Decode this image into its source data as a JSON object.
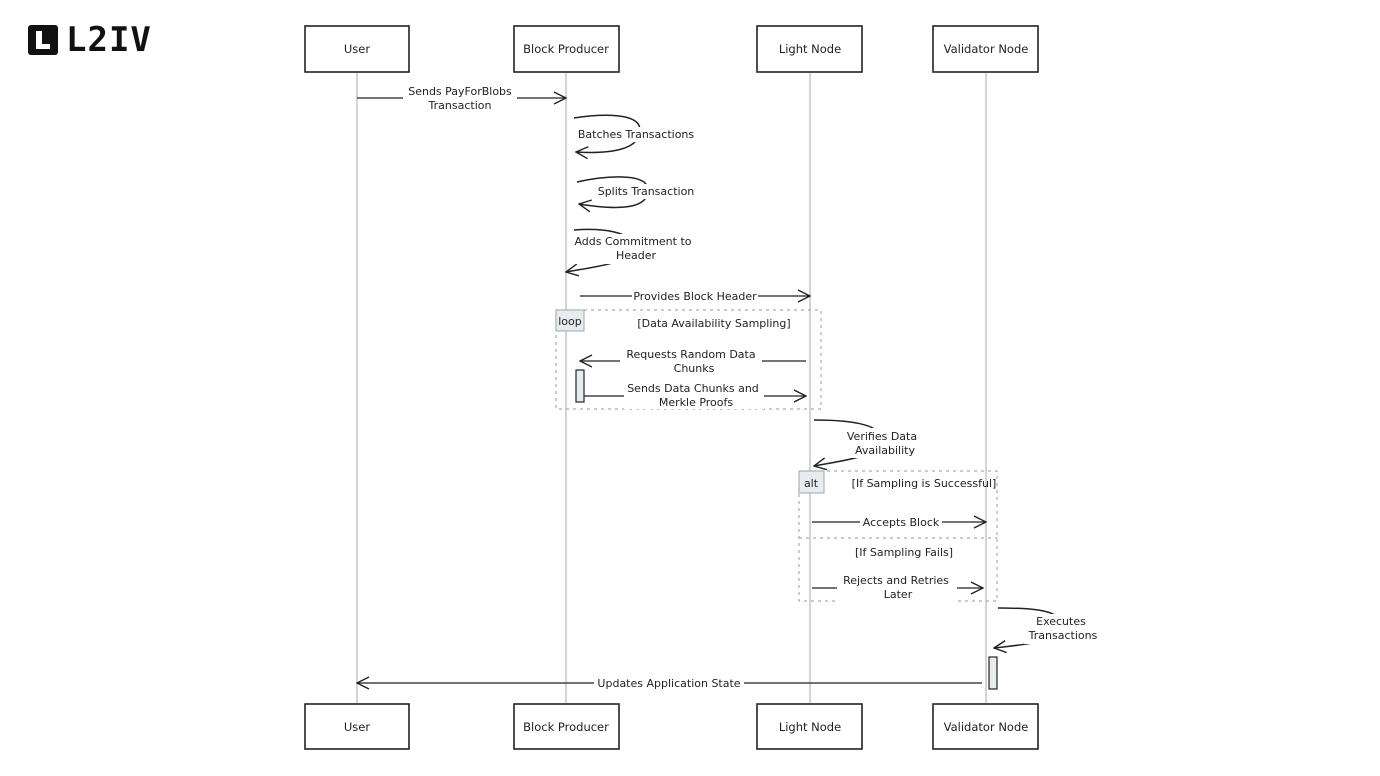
{
  "brand": {
    "logo_text": "L2IV",
    "logo_mark": "logo-mark-icon"
  },
  "actors": [
    "User",
    "Block Producer",
    "Light Node",
    "Validator Node"
  ],
  "messages": [
    {
      "text": [
        "Sends PayForBlobs",
        "Transaction"
      ]
    },
    {
      "text": [
        "Batches Transactions"
      ]
    },
    {
      "text": [
        "Splits Transaction"
      ]
    },
    {
      "text": [
        "Adds Commitment to",
        "Header"
      ]
    },
    {
      "text": [
        "Provides Block Header"
      ]
    },
    {
      "text": [
        "Requests Random Data",
        "Chunks"
      ]
    },
    {
      "text": [
        "Sends Data Chunks and",
        "Merkle Proofs"
      ]
    },
    {
      "text": [
        "Verifies Data",
        "Availability"
      ]
    },
    {
      "text": [
        "Accepts Block"
      ]
    },
    {
      "text": [
        "Rejects and Retries",
        "Later"
      ]
    },
    {
      "text": [
        "Executes",
        "Transactions"
      ]
    },
    {
      "text": [
        "Updates Application State"
      ]
    }
  ],
  "fragments": {
    "loop": {
      "tag": "loop",
      "condition": "[Data Availability Sampling]"
    },
    "alt": {
      "tag": "alt",
      "condition": "[If Sampling is Successful]",
      "else_condition": "[If Sampling Fails]"
    }
  }
}
